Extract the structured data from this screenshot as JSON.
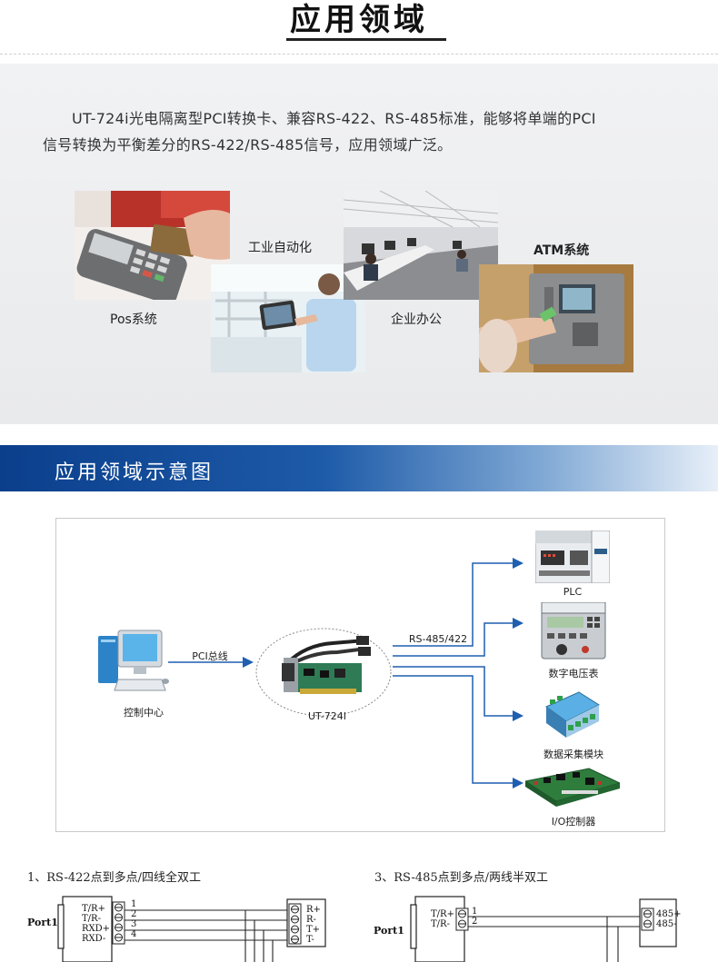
{
  "header": {
    "title": "应用领域"
  },
  "intro": {
    "line1": "UT-724i光电隔离型PCI转换卡、兼容RS-422、RS-485标准，能够将单端的PCI",
    "line2": "信号转换为平衡差分的RS-422/RS-485信号，应用领域广泛。"
  },
  "applications": [
    {
      "label": "Pos系统"
    },
    {
      "label": "工业自动化"
    },
    {
      "label": "企业办公"
    },
    {
      "label": "ATM系统"
    }
  ],
  "banner": {
    "title": "应用领域示意图"
  },
  "diagram": {
    "control_center": "控制中心",
    "bus_label": "PCI总线",
    "card_label": "UT-724I",
    "link_label": "RS-485/422",
    "devices": [
      {
        "label": "PLC"
      },
      {
        "label": "数字电压表"
      },
      {
        "label": "数据采集模块"
      },
      {
        "label": "I/O控制器"
      }
    ]
  },
  "wiring": {
    "left": {
      "title": "1、RS-422点到多点/四线全双工",
      "port": "Port1",
      "pins": [
        "T/R+",
        "T/R-",
        "RXD+",
        "RXD-"
      ],
      "numbers": [
        "1",
        "2",
        "3",
        "4"
      ],
      "remote_pins": [
        "R+",
        "R-",
        "T+",
        "T-"
      ]
    },
    "right": {
      "title": "3、RS-485点到多点/两线半双工",
      "port": "Port1",
      "pins": [
        "T/R+",
        "T/R-"
      ],
      "numbers": [
        "1",
        "2"
      ],
      "remote_pins": [
        "485+",
        "485-"
      ]
    }
  }
}
